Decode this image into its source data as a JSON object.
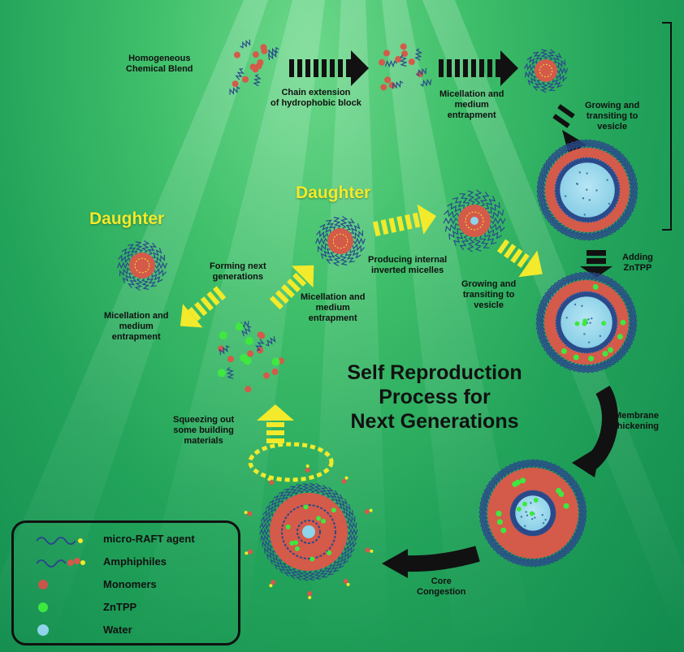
{
  "title": [
    "Self Reproduction",
    "Process for",
    "Next Generations"
  ],
  "daughters": [
    "Daughter",
    "Daughter"
  ],
  "steps": {
    "homogeneous": [
      "Homogeneous",
      "Chemical Blend"
    ],
    "chain_extension": [
      "Chain extension",
      "of hydrophobic block"
    ],
    "micellation_top": [
      "Micellation and",
      "medium",
      "entrapment"
    ],
    "growing_top": [
      "Growing and",
      "transiting to",
      "vesicle"
    ],
    "adding": [
      "Adding",
      "ZnTPP"
    ],
    "membrane": [
      "Membrane",
      "thickening"
    ],
    "core": [
      "Core",
      "Congestion"
    ],
    "squeezing": [
      "Squeezing out",
      "some building",
      "materials"
    ],
    "forming": [
      "Forming next",
      "generations"
    ],
    "micellation_left": [
      "Micellation and",
      "medium",
      "entrapment"
    ],
    "micellation_mid": [
      "Micellation and",
      "medium",
      "entrapment"
    ],
    "producing": [
      "Producing internal",
      "inverted micelles"
    ],
    "growing_mid": [
      "Growing and",
      "transiting to",
      "vesicle"
    ]
  },
  "legend": [
    {
      "label": "micro-RAFT agent",
      "icon": "raft-chain-icon"
    },
    {
      "label": "Amphiphiles",
      "icon": "amphiphile-icon"
    },
    {
      "label": "Monomers",
      "icon": "monomer-icon"
    },
    {
      "label": "ZnTPP",
      "icon": "zntpp-icon"
    },
    {
      "label": "Water",
      "icon": "water-icon"
    }
  ],
  "colors": {
    "background": "#2fb566",
    "monomer": "#d45a4a",
    "zntpp": "#3ee840",
    "water": "#8fd4ea",
    "yellow_arrow": "#f2ea2a",
    "black_arrow": "#111111",
    "chain": "#2a4a8a"
  }
}
